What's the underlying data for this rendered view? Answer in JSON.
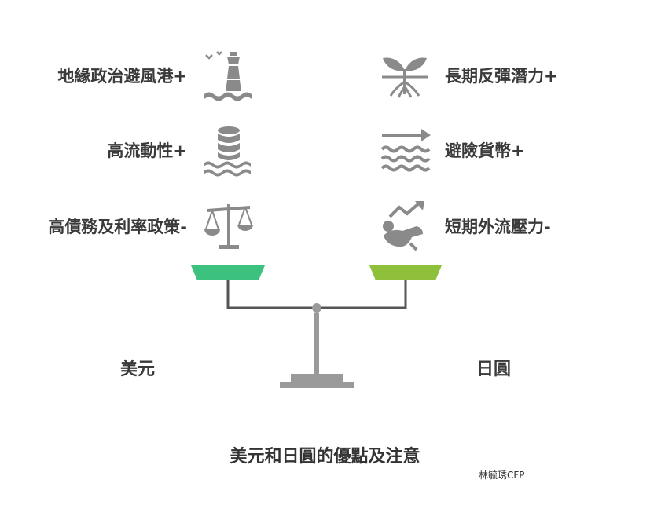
{
  "left_factors": [
    {
      "label": "地緣政治避風港+",
      "icon": "lighthouse-icon"
    },
    {
      "label": "高流動性+",
      "icon": "database-waves-icon"
    },
    {
      "label": "高債務及利率政策-",
      "icon": "balance-scale-icon"
    }
  ],
  "right_factors": [
    {
      "label": "長期反彈潛力+",
      "icon": "sprout-icon"
    },
    {
      "label": "避險貨幣+",
      "icon": "waves-arrow-icon"
    },
    {
      "label": "短期外流壓力-",
      "icon": "pressure-trend-icon"
    }
  ],
  "currencies": {
    "left": "美元",
    "right": "日圓"
  },
  "title": "美元和日圓的優點及注意",
  "credit": "林毓琇CFP",
  "colors": {
    "left_pan": "#3cc27e",
    "right_pan": "#8fc03c",
    "icon_gray": "#8a8a8a",
    "beam": "#555555",
    "stand": "#9a9a9a"
  }
}
